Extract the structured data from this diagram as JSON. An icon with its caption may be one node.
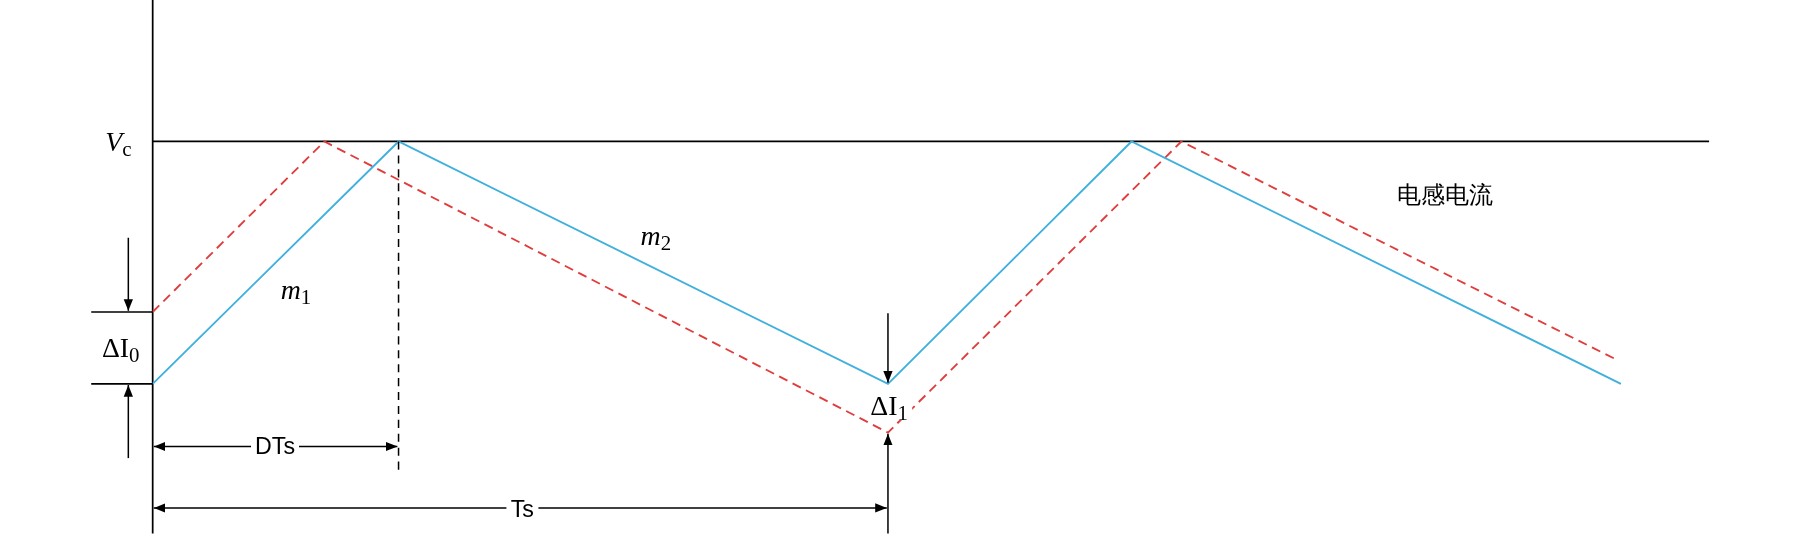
{
  "diagram": {
    "labels": [
      "*V*$_{c}$",
      "*m*$_{1}$",
      "*m*$_{2}$",
      "ΔI$_{0}$",
      "ΔI$_{1}$",
      "DTs",
      "Ts",
      "电感电流"
    ]
  }
}
